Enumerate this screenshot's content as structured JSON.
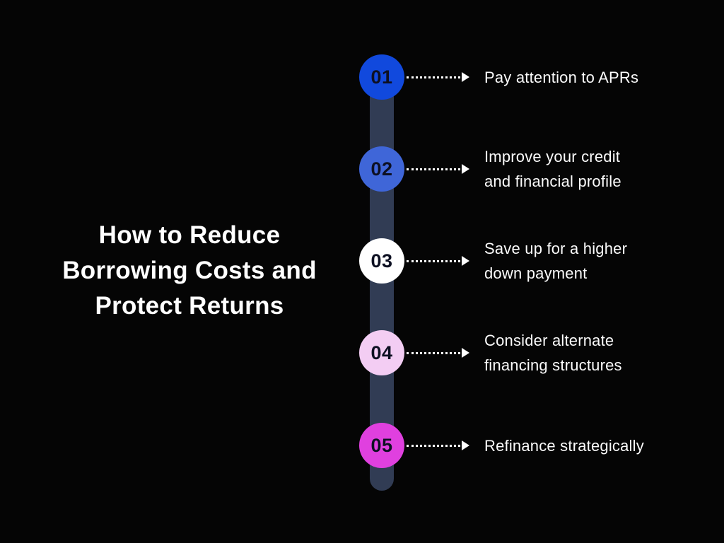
{
  "title": "How to Reduce\nBorrowing Costs and\nProtect Returns",
  "colors": {
    "background": "#050505",
    "track": "#313c54",
    "title_text": "#ffffff",
    "label_text": "#fbfbfb",
    "step_number_text": "#0d1022",
    "connector": "#ffffff"
  },
  "steps": [
    {
      "number": "01",
      "label": "Pay attention to APRs",
      "circle_color": "#1149dd"
    },
    {
      "number": "02",
      "label": "Improve your credit\nand financial profile",
      "circle_color": "#3f66d8"
    },
    {
      "number": "03",
      "label": "Save up for a higher\ndown payment",
      "circle_color": "#ffffff"
    },
    {
      "number": "04",
      "label": "Consider alternate\nfinancing structures",
      "circle_color": "#f3cdf3"
    },
    {
      "number": "05",
      "label": "Refinance strategically",
      "circle_color": "#e040df"
    }
  ]
}
